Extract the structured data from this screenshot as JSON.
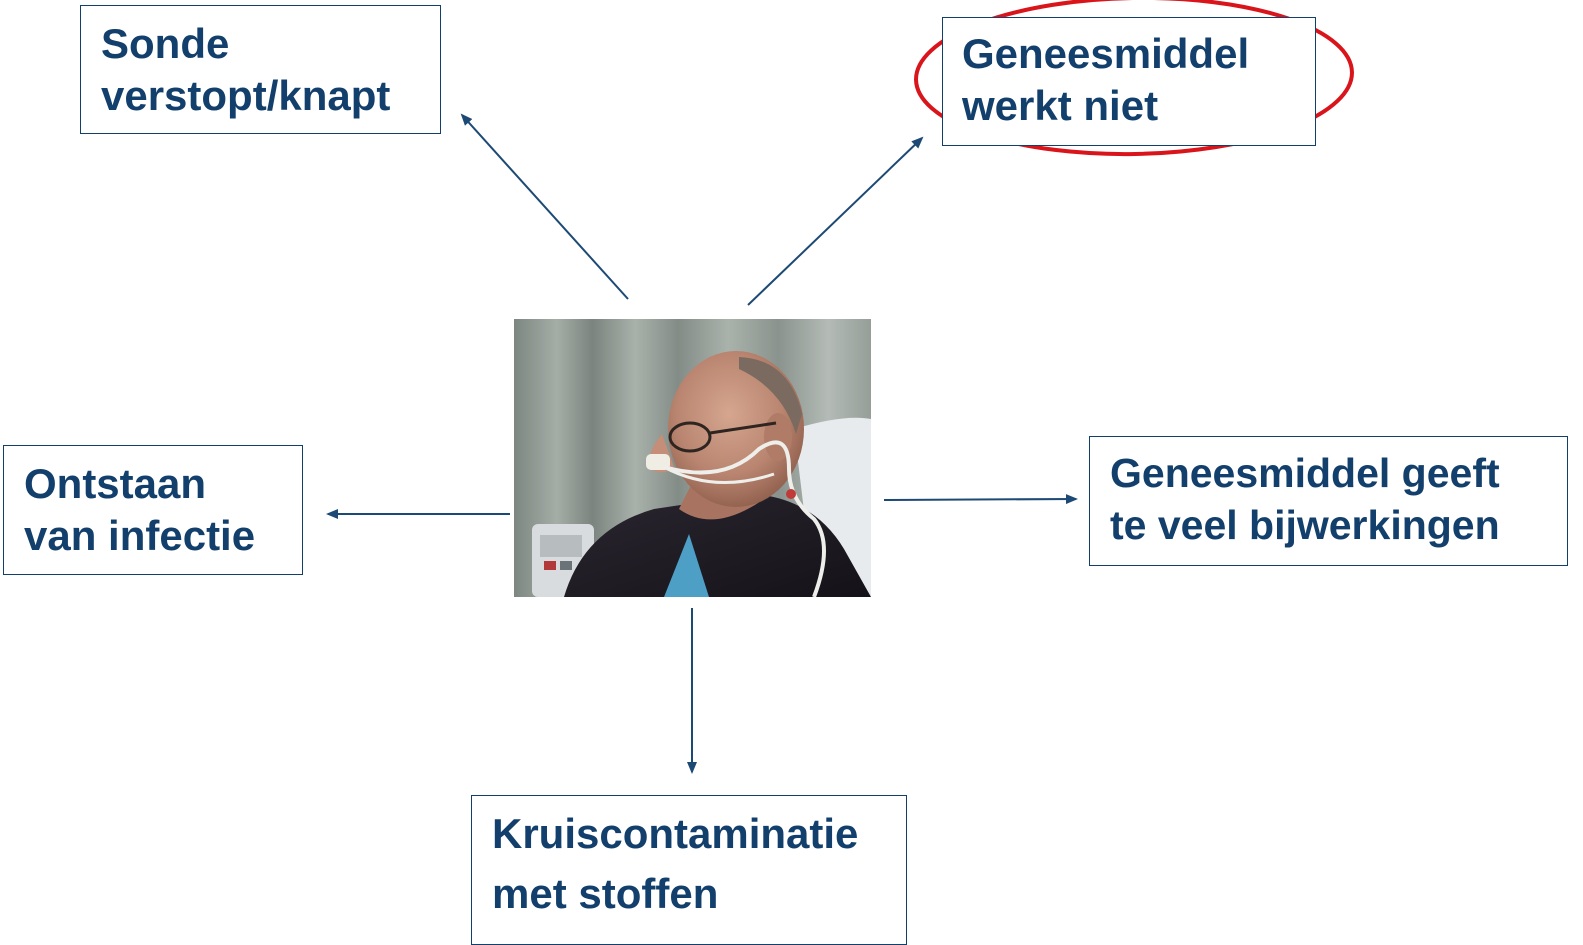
{
  "boxes": {
    "sonde": {
      "line1": "Sonde",
      "line2": "verstopt/knapt"
    },
    "werkt_niet": {
      "line1": "Geneesmiddel",
      "line2": "werkt niet"
    },
    "infectie": {
      "line1": "Ontstaan",
      "line2": "van infectie"
    },
    "bijwerkingen": {
      "line1": "Geneesmiddel geeft",
      "line2": "te veel bijwerkingen"
    },
    "kruis": {
      "line1": "Kruiscontaminatie",
      "line2": "met stoffen"
    }
  },
  "colors": {
    "box_text": "#123f6b",
    "box_border": "#123f6b",
    "arrow": "#1d4a75",
    "highlight_ellipse": "#d9141b"
  },
  "center_image": {
    "icon": "patient-with-nasal-feeding-tube-photo"
  },
  "highlighted_box": "werkt_niet"
}
